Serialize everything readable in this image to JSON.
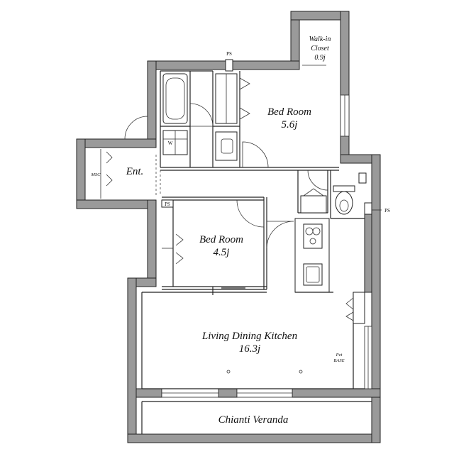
{
  "rooms": {
    "bed_room_1": {
      "name": "Bed Room",
      "area": "5.6j"
    },
    "bed_room_2": {
      "name": "Bed Room",
      "area": "4.5j"
    },
    "ldk": {
      "name": "Living Dining Kitchen",
      "area": "16.3j"
    },
    "walk_in_closet": {
      "line1": "Walk-in",
      "line2": "Closet",
      "area": "0.9j"
    },
    "entrance": {
      "name": "Ent."
    },
    "veranda": {
      "name": "Chianti Veranda"
    }
  },
  "labels": {
    "msc": "MSC",
    "ps_top": "PS",
    "ps_right": "PS",
    "ps_bed2": "PS",
    "washer": "W",
    "pet_line1": "Pet",
    "pet_line2": "BASE"
  },
  "colors": {
    "wall": "#9a9a9a",
    "line": "#222222",
    "background": "#ffffff"
  }
}
